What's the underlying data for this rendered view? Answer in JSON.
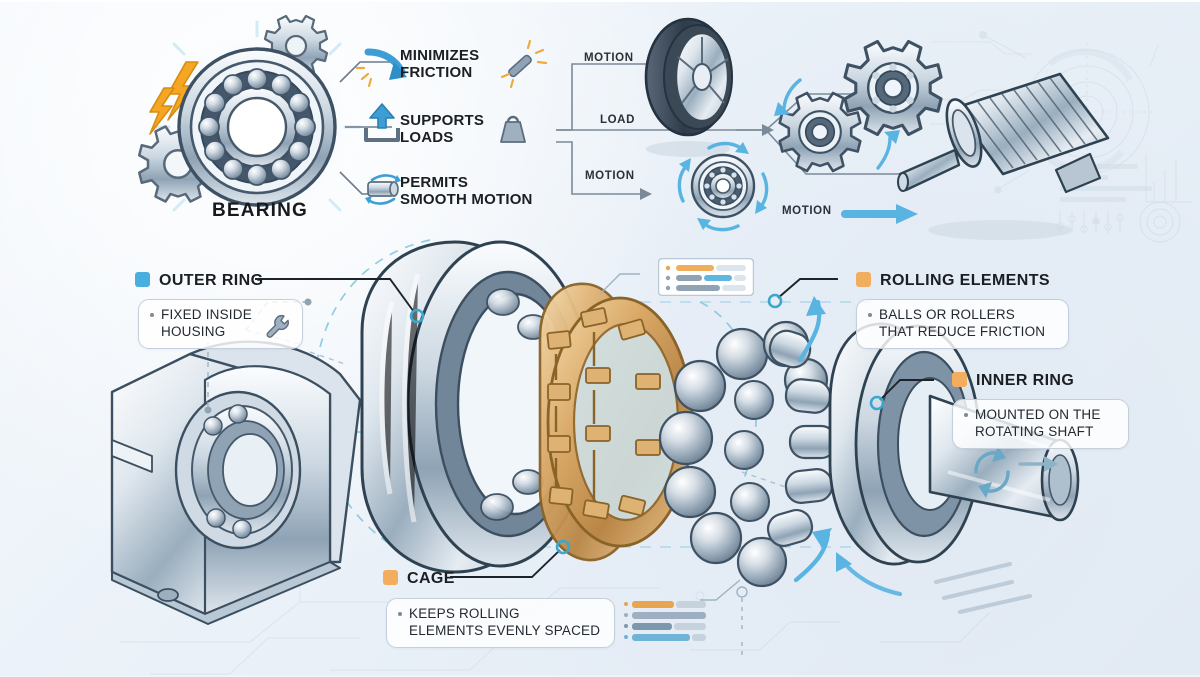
{
  "diagram": {
    "background_color": "#eef4fa",
    "accent_blue": "#4aaee0",
    "accent_orange": "#f2ad5f",
    "line_color": "#5b6b7a"
  },
  "top_section": {
    "hub_label": "BEARING",
    "hub_icon": "ball-bearing-icon",
    "decor_icons": [
      "gear-icon",
      "gear-icon",
      "lightning-bolt-icon"
    ],
    "benefits": [
      {
        "label": "MINIMIZES\nFRICTION",
        "lead_icon": "curved-down-arrow-icon",
        "trail_icon": "sparkle-polish-icon"
      },
      {
        "label": "SUPPORTS\nLOADS",
        "lead_icon": "up-arrow-in-bracket-icon",
        "trail_icon": "weight-icon"
      },
      {
        "label": "PERMITS\nSMOOTH MOTION",
        "lead_icon": "roller-rotation-icon",
        "trail_icon": ""
      }
    ],
    "flow_labels": [
      {
        "text": "MOTION",
        "target_icon": "car-wheel-icon"
      },
      {
        "text": "LOAD",
        "target_icon": "gear-pair-icon"
      },
      {
        "text": "MOTION",
        "target_icon": "bearing-rotation-icon"
      },
      {
        "text": "MOTION",
        "target_icon": "electric-motor-icon"
      }
    ]
  },
  "exploded_view": {
    "parts": [
      {
        "id": "outer-ring",
        "icon": "outer-ring-part"
      },
      {
        "id": "cage",
        "icon": "brass-cage-part"
      },
      {
        "id": "rolling-elements",
        "icon": "balls-and-rollers-part"
      },
      {
        "id": "inner-ring",
        "icon": "inner-ring-shaft-part"
      },
      {
        "id": "housing",
        "icon": "pillow-block-housing-part"
      }
    ]
  },
  "callouts": [
    {
      "id": "outer-ring",
      "title": "OUTER RING",
      "swatch_color": "#4aaee0",
      "detail": "FIXED INSIDE\nHOUSING",
      "detail_icon": "wrench-icon"
    },
    {
      "id": "rolling-elements",
      "title": "ROLLING ELEMENTS",
      "swatch_color": "#f2ad5f",
      "detail": "BALLS OR ROLLERS\nTHAT REDUCE FRICTION",
      "detail_icon": ""
    },
    {
      "id": "inner-ring",
      "title": "INNER RING",
      "swatch_color": "#f2ad5f",
      "detail": "MOUNTED ON THE\nROTATING SHAFT",
      "detail_icon": ""
    },
    {
      "id": "cage",
      "title": "CAGE",
      "swatch_color": "#f2ad5f",
      "detail": "KEEPS ROLLING\nELEMENTS EVENLY SPACED",
      "detail_icon": ""
    }
  ],
  "decorations": {
    "legend_chip": {
      "rows": [
        {
          "fill_color": "#f0ad5e",
          "fill_pct": 55
        },
        {
          "fill_color": "#8fa3b4",
          "fill_pct": 40
        },
        {
          "fill_color": "#8fa3b4",
          "fill_pct": 62
        }
      ]
    },
    "bar_cluster": {
      "rows": [
        {
          "fill_color": "#e8a54f",
          "fill_pct": 58
        },
        {
          "fill_color": "#9eb0bf",
          "fill_pct": 90
        },
        {
          "fill_color": "#7d97ab",
          "fill_pct": 48
        },
        {
          "fill_color": "#6fb4d6",
          "fill_pct": 72
        }
      ]
    },
    "watermarks": [
      "hud-target-icon",
      "bar-chart-icon",
      "slider-bank-icon",
      "concentric-circle-icon",
      "text-lines-icon",
      "circuit-trace-icon"
    ]
  }
}
